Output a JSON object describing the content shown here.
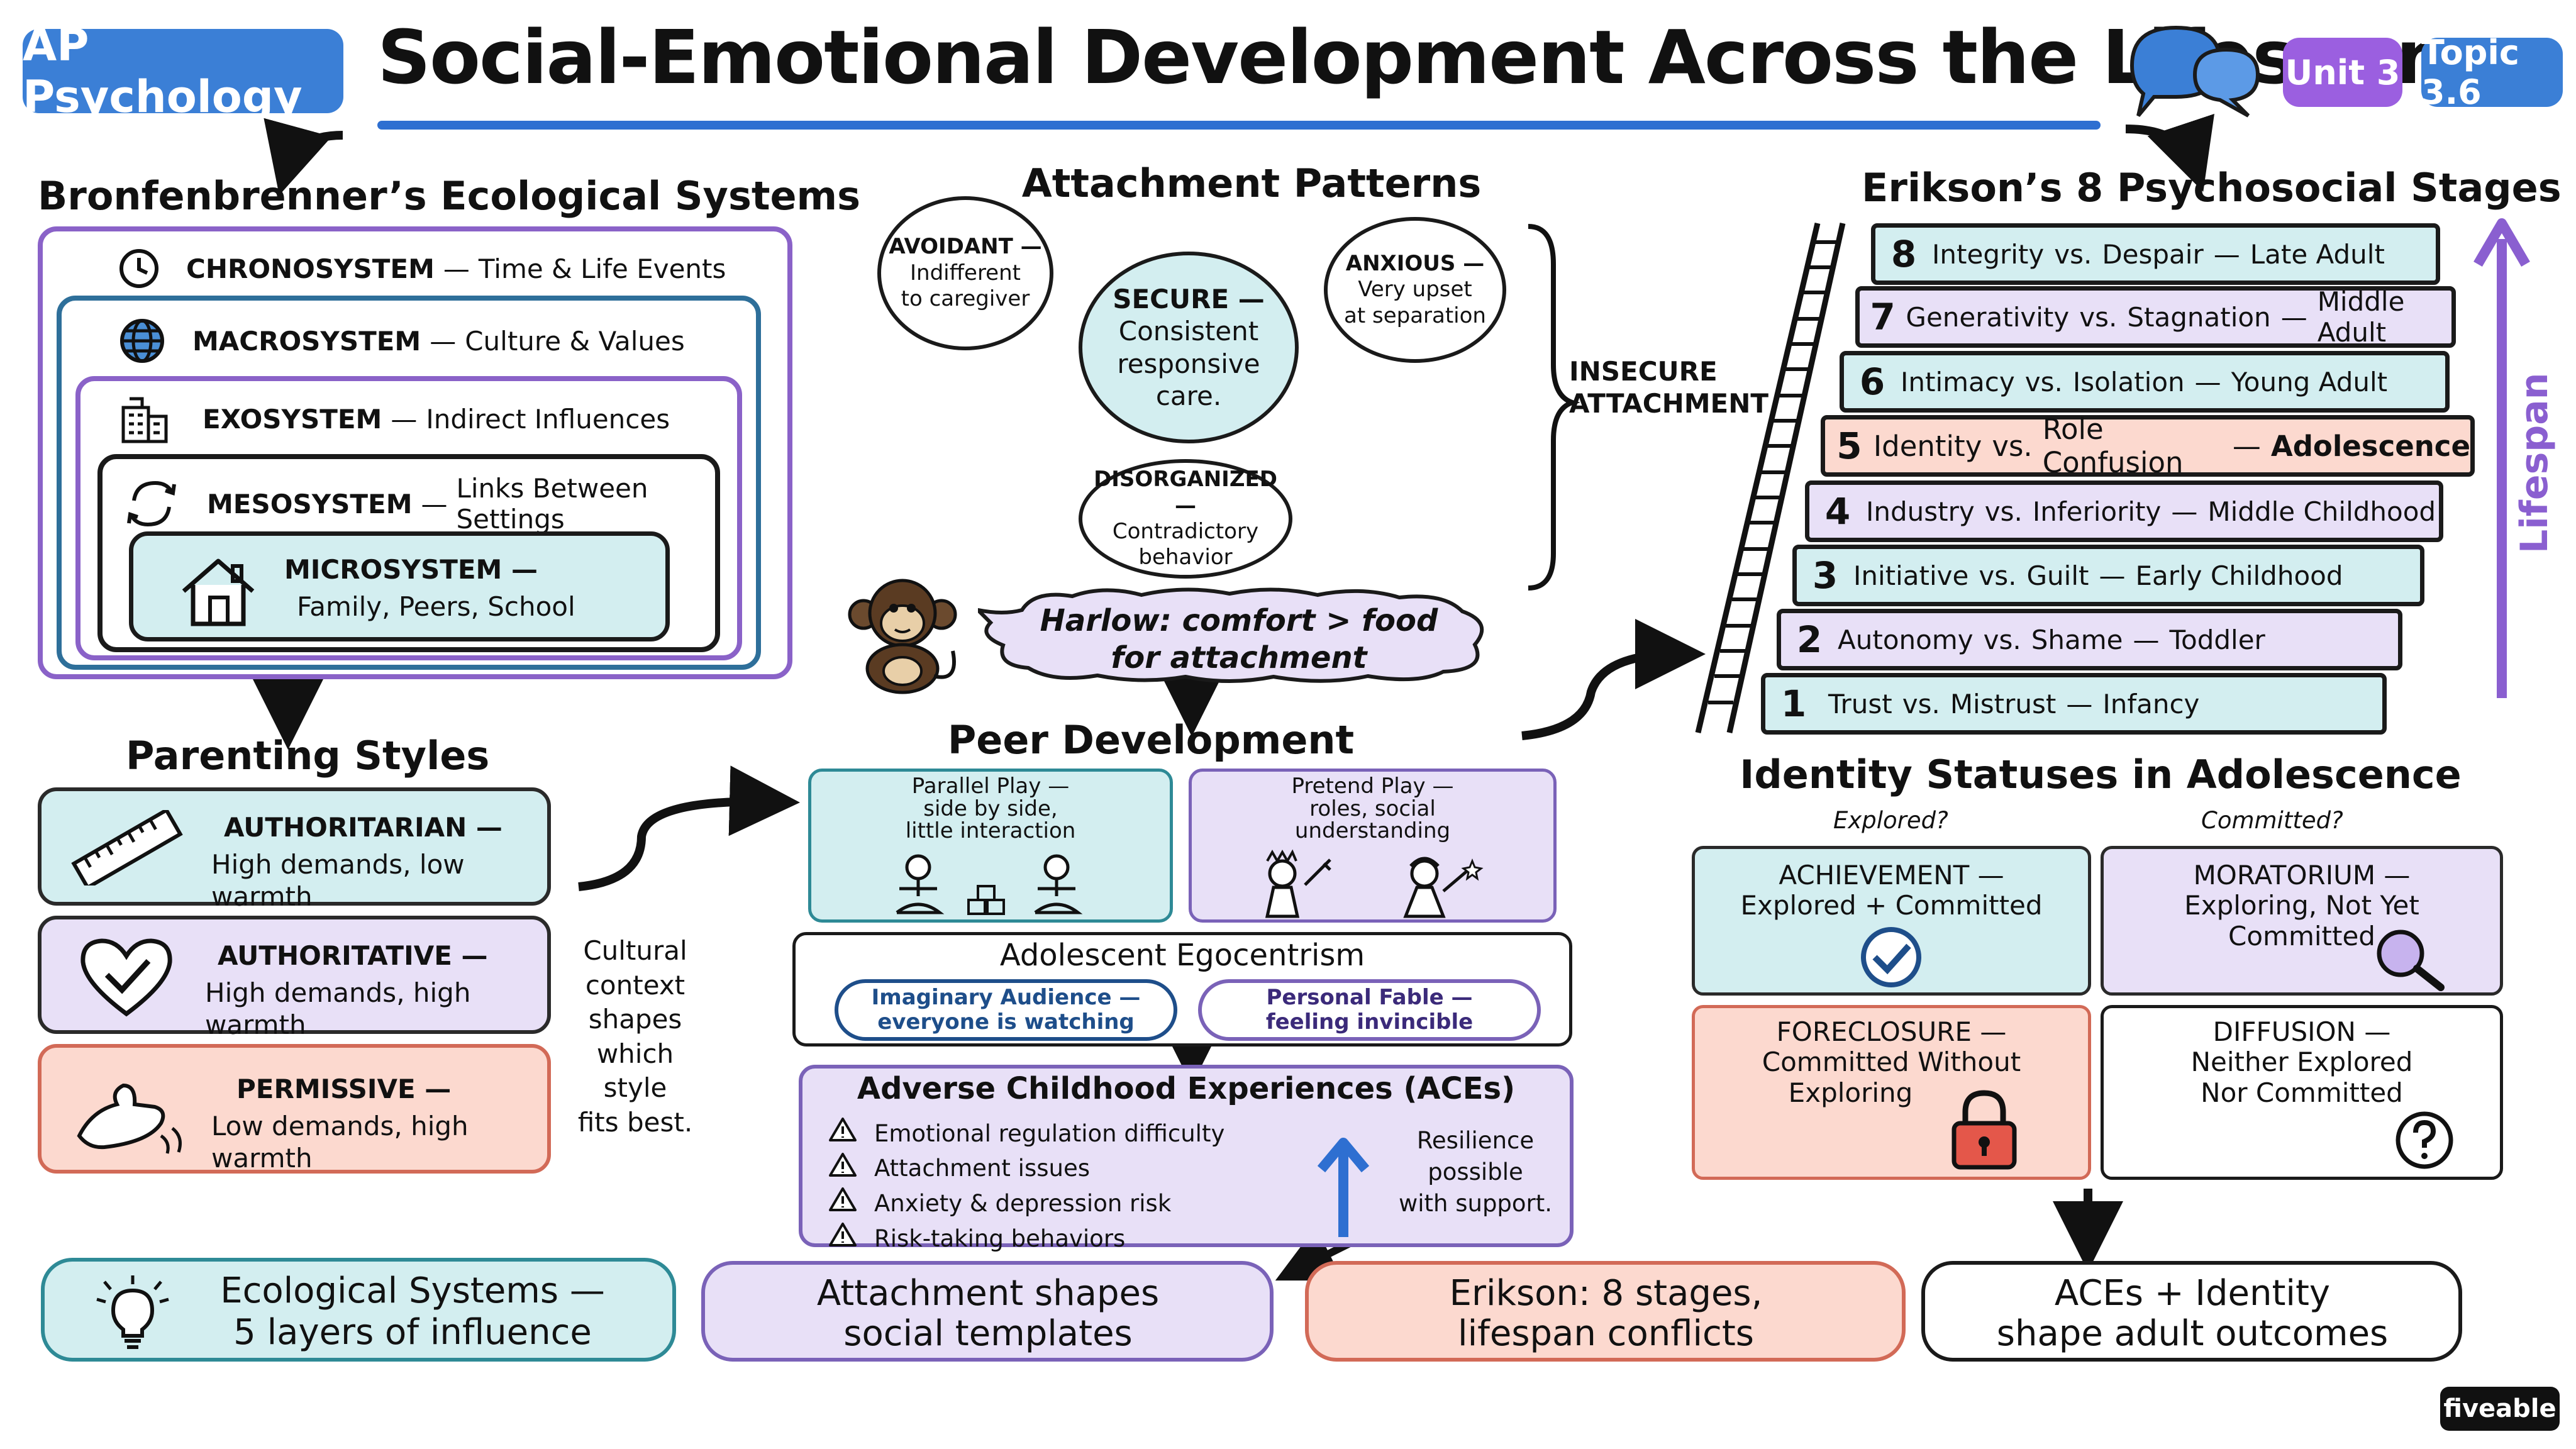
{
  "header": {
    "course_badge": "AP Psychology",
    "title": "Social-Emotional Development Across the Lifespan",
    "unit_badge": "Unit 3",
    "topic_badge": "Topic 3.6"
  },
  "bronfenbrenner": {
    "title": "Bronfenbrenner’s Ecological Systems",
    "layers": [
      {
        "name": "CHRONOSYSTEM",
        "desc": "Time & Life Events",
        "icon": "clock-icon"
      },
      {
        "name": "MACROSYSTEM",
        "desc": "Culture & Values",
        "icon": "globe-icon"
      },
      {
        "name": "EXOSYSTEM",
        "desc": "Indirect Influences",
        "icon": "building-icon"
      },
      {
        "name": "MESOSYSTEM",
        "desc": "Links Between Settings",
        "icon": "cycle-icon"
      },
      {
        "name": "MICROSYSTEM —",
        "desc": "Family, Peers, School",
        "icon": "house-icon"
      }
    ],
    "dash": "—"
  },
  "parenting": {
    "title": "Parenting Styles",
    "styles": [
      {
        "name": "AUTHORITARIAN —",
        "desc": "High demands, low warmth",
        "icon": "ruler-icon"
      },
      {
        "name": "AUTHORITATIVE —",
        "desc": "High demands, high warmth",
        "icon": "heart-check-icon"
      },
      {
        "name": "PERMISSIVE —",
        "desc": "Low demands, high warmth",
        "icon": "open-hand-icon"
      }
    ],
    "note_lines": [
      "Cultural",
      "context",
      "shapes",
      "which style",
      "fits best."
    ]
  },
  "attachment": {
    "title": "Attachment Patterns",
    "secure": [
      "SECURE —",
      "Consistent",
      "responsive",
      "care."
    ],
    "avoidant": [
      "AVOIDANT —",
      "Indifferent",
      "to caregiver"
    ],
    "anxious": [
      "ANXIOUS —",
      "Very upset",
      "at separation"
    ],
    "disorganized": [
      "DISORGANIZED —",
      "Contradictory",
      "behavior"
    ],
    "insecure_label": [
      "INSECURE",
      "ATTACHMENT"
    ],
    "harlow": [
      "Harlow: comfort > food",
      "for attachment"
    ]
  },
  "peer": {
    "title": "Peer Development",
    "parallel": [
      "Parallel Play —",
      "side by side,",
      "little interaction"
    ],
    "pretend": [
      "Pretend Play —",
      "roles, social",
      "understanding"
    ],
    "egocentrism_title": "Adolescent Egocentrism",
    "imaginary": [
      "Imaginary Audience —",
      "everyone is watching"
    ],
    "fable": [
      "Personal Fable —",
      "feeling invincible"
    ]
  },
  "aces": {
    "title": "Adverse Childhood Experiences (ACEs)",
    "items": [
      "Emotional regulation difficulty",
      "Attachment issues",
      "Anxiety & depression risk",
      "Risk-taking behaviors"
    ],
    "resilience": [
      "Resilience",
      "possible",
      "with support."
    ]
  },
  "erikson": {
    "title": "Erikson’s 8 Psychosocial Stages",
    "vs": "vs.",
    "dash": "—",
    "lifespan_label": "Lifespan",
    "stages": [
      {
        "num": "8",
        "a": "Integrity",
        "b": "Despair",
        "age": "Late Adult"
      },
      {
        "num": "7",
        "a": "Generativity",
        "b": "Stagnation",
        "age": "Middle Adult"
      },
      {
        "num": "6",
        "a": "Intimacy",
        "b": "Isolation",
        "age": "Young Adult"
      },
      {
        "num": "5",
        "a": "Identity",
        "b": "Role Confusion",
        "age": "Adolescence"
      },
      {
        "num": "4",
        "a": "Industry",
        "b": "Inferiority",
        "age": "Middle Childhood"
      },
      {
        "num": "3",
        "a": "Initiative",
        "b": "Guilt",
        "age": "Early Childhood"
      },
      {
        "num": "2",
        "a": "Autonomy",
        "b": "Shame",
        "age": "Toddler"
      },
      {
        "num": "1",
        "a": "Trust",
        "b": "Mistrust",
        "age": "Infancy"
      }
    ]
  },
  "identity": {
    "title": "Identity Statuses in Adolescence",
    "explored_label": "Explored?",
    "committed_label": "Committed?",
    "achievement": [
      "ACHIEVEMENT —",
      "Explored + Committed"
    ],
    "moratorium": [
      "MORATORIUM —",
      "Exploring, Not Yet",
      "Committed"
    ],
    "foreclosure": [
      "FORECLOSURE —",
      "Committed Without",
      "Exploring"
    ],
    "diffusion": [
      "DIFFUSION —",
      "Neither Explored",
      "Nor Committed"
    ]
  },
  "summary": {
    "ecological": [
      "Ecological Systems —",
      "5 layers of influence"
    ],
    "attachment": [
      "Attachment shapes",
      "social templates"
    ],
    "erikson": [
      "Erikson: 8 stages,",
      "lifespan conflicts"
    ],
    "aces": [
      "ACEs + Identity",
      "shape adult outcomes"
    ]
  },
  "brand": "fiveable",
  "colors": {
    "teal": "#d3eef0",
    "lavender": "#e8e0f7",
    "salmon": "#fcd9cf",
    "blue_badge": "#3b7fd6",
    "purple_badge": "#9b5fe0",
    "lifespan_arrow": "#8a5fd0"
  }
}
